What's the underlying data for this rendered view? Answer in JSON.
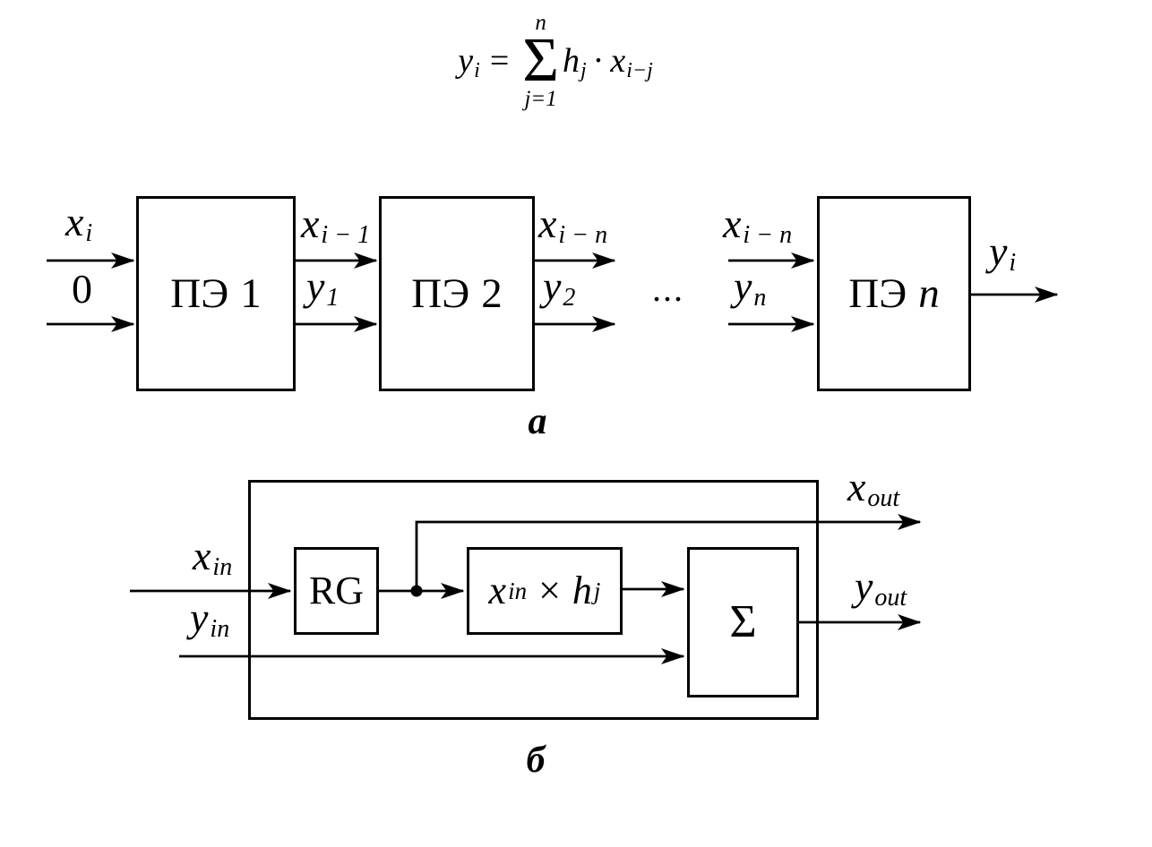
{
  "formula": {
    "result_base": "y",
    "result_sub": "i",
    "equals": "=",
    "sum_upper": "n",
    "sum_symbol": "Σ",
    "sum_lower": "j=1",
    "coef_base": "h",
    "coef_sub": "j",
    "dot_op": "·",
    "input_base": "x",
    "input_sub": "i−j"
  },
  "diagram_a": {
    "caption": "a",
    "dots": "...",
    "blocks": [
      {
        "prefix": "ПЭ",
        "index": "1"
      },
      {
        "prefix": "ПЭ",
        "index": "2"
      },
      {
        "prefix": "ПЭ",
        "index": "n"
      }
    ],
    "labels": {
      "input_x": {
        "base": "x",
        "sub": "i"
      },
      "input_zero": "0",
      "stage1_x": {
        "base": "x",
        "sub": "i − 1"
      },
      "stage1_y": {
        "base": "y",
        "sub": "1"
      },
      "stage2_x": {
        "base": "x",
        "sub": "i − n"
      },
      "stage2_y": {
        "base": "y",
        "sub": "2"
      },
      "stageN_x": {
        "base": "x",
        "sub": "i − n"
      },
      "stageN_y": {
        "base": "y",
        "sub": "n"
      },
      "output_y": {
        "base": "y",
        "sub": "i"
      }
    }
  },
  "diagram_b": {
    "caption": "б",
    "blocks": {
      "register": "RG",
      "multiplier": {
        "base1": "x",
        "sub1": "in",
        "operator": "×",
        "base2": "h",
        "sub2": "j"
      },
      "adder": "Σ"
    },
    "labels": {
      "x_in": {
        "base": "x",
        "sub": "in"
      },
      "y_in": {
        "base": "y",
        "sub": "in"
      },
      "x_out": {
        "base": "x",
        "sub": "out"
      },
      "y_out": {
        "base": "y",
        "sub": "out"
      }
    }
  },
  "colors": {
    "ink": "#000000",
    "background": "#ffffff"
  }
}
